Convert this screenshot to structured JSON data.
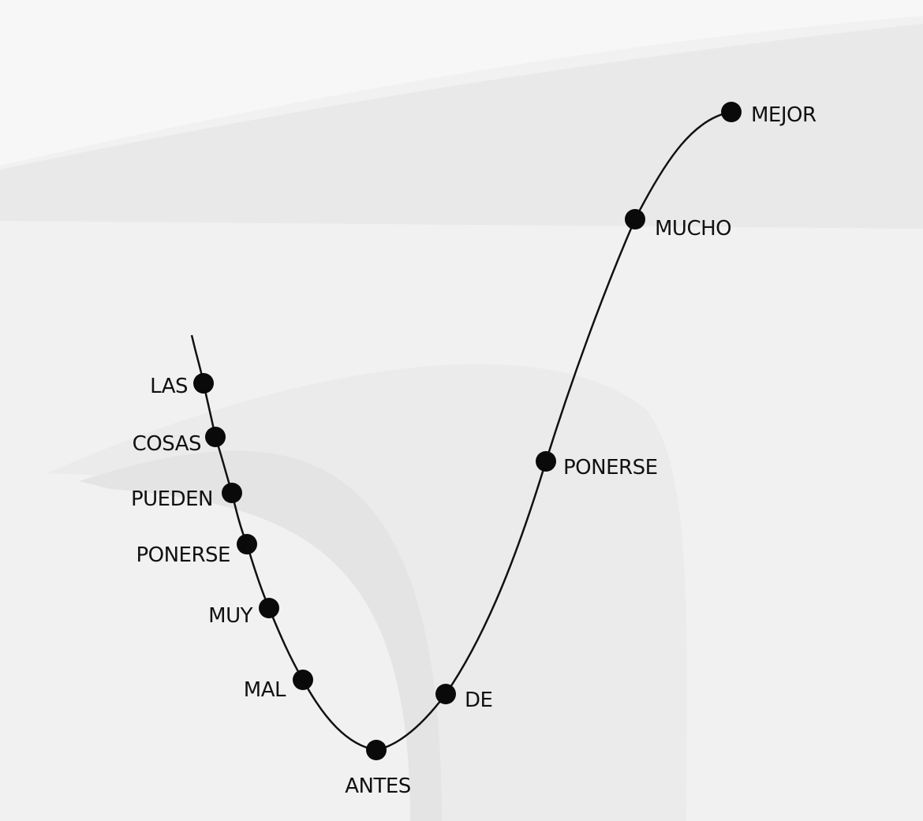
{
  "diagram": {
    "words": [
      "LAS",
      "COSAS",
      "PUEDEN",
      "PONERSE",
      "MUY",
      "MAL",
      "ANTES",
      "DE",
      "PONERSE",
      "MUCHO",
      "MEJOR"
    ],
    "colors": {
      "background": "#f1f1f1",
      "curve": "#111111",
      "dot": "#0a0a0a",
      "text": "#111111"
    }
  }
}
